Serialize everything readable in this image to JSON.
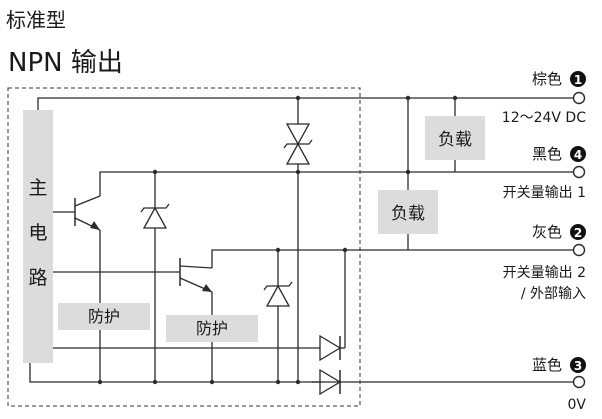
{
  "type_label": "标准型",
  "output_title": "NPN 输出",
  "main_circuit_label": "主电路",
  "main_circuit_chars": [
    "主",
    "电",
    "路"
  ],
  "protection_label": "防护",
  "load_label": "负载",
  "wires": [
    {
      "id": "brown",
      "color_name": "棕色",
      "number": "1",
      "description": "12～24V DC"
    },
    {
      "id": "black",
      "color_name": "黑色",
      "number": "4",
      "description": "开关量输出 1"
    },
    {
      "id": "gray",
      "color_name": "灰色",
      "number": "2",
      "description": "开关量输出 2",
      "description_line2": "/ 外部输入"
    },
    {
      "id": "blue",
      "color_name": "蓝色",
      "number": "3",
      "description": "0V"
    }
  ]
}
